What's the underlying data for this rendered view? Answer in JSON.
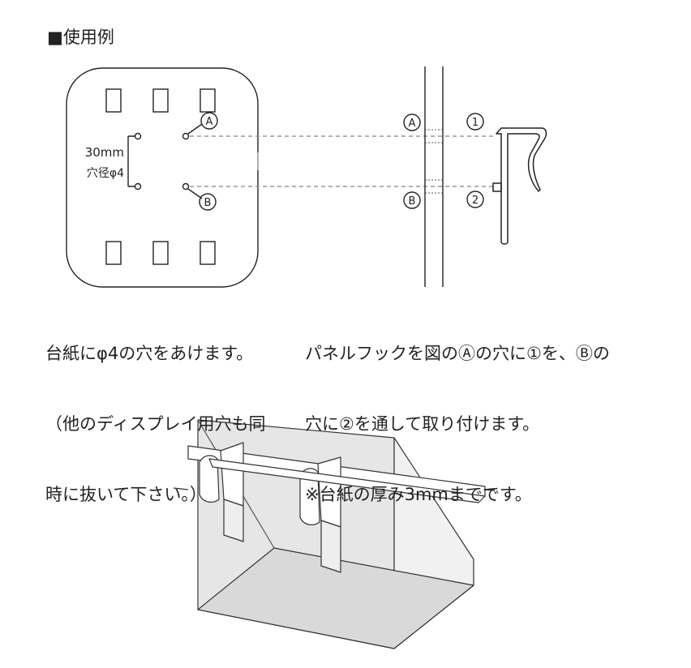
{
  "title": "■使用例",
  "board_dim_label": "30mm",
  "board_hole_label": "穴径φ4",
  "markers": {
    "a": "A",
    "b": "B",
    "one": "①",
    "two": "②"
  },
  "caption_left": [
    "台紙にφ4の穴をあけます。",
    "（他のディスプレイ用穴も同",
    "時に抜いて下さい。）"
  ],
  "caption_right": [
    "パネルフックを図のⒶの穴に①を、Ⓑの",
    "穴に②を通して取り付けます。",
    "※台紙の厚み3mmまでです。"
  ]
}
